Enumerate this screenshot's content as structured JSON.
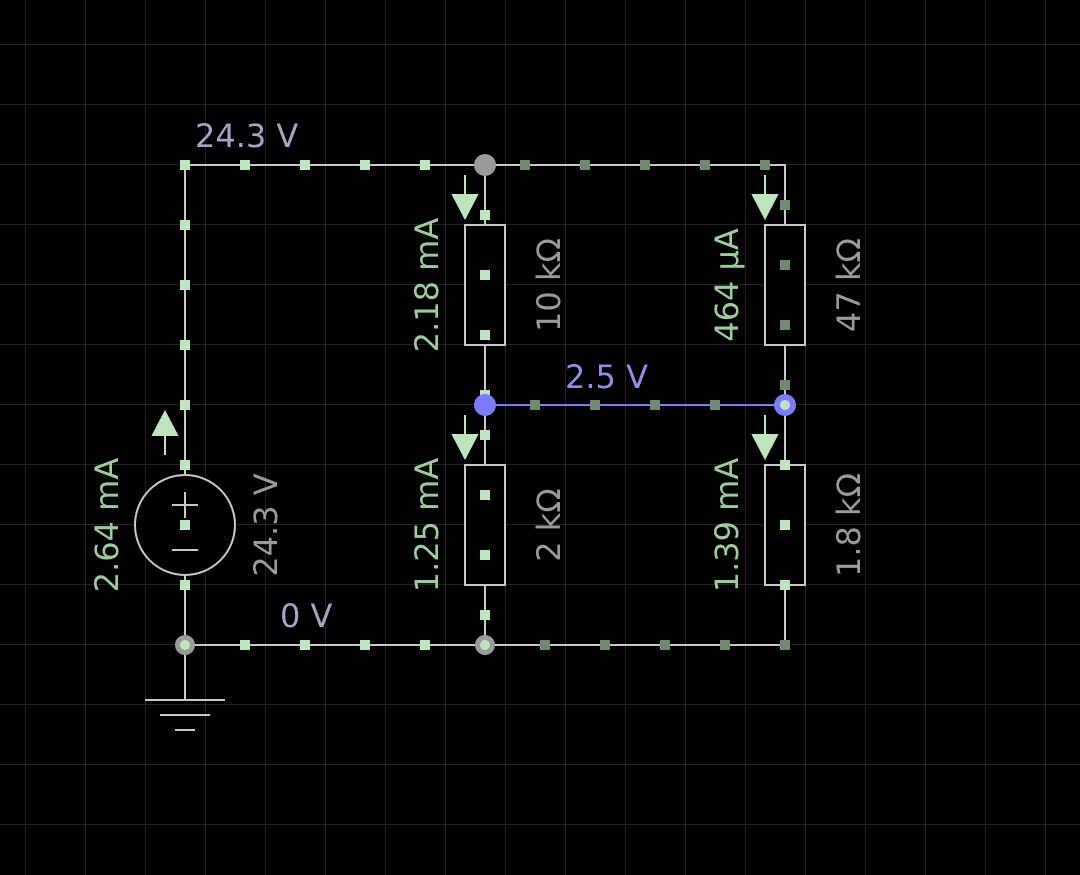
{
  "colors": {
    "background": "#000000",
    "grid": "#1f2420",
    "wire": "#c8c8c8",
    "current_dot": "#bfe5bf",
    "dim_dot": "#6f8a6f",
    "node_voltage_label": "#a4a4c4",
    "selected_node": "#7b7bff",
    "component_value": "#9a9a9a",
    "current_label": "#9ccc9c"
  },
  "node_labels": {
    "top": "24.3 V",
    "middle": "2.5 V",
    "bottom": "0 V"
  },
  "source": {
    "current": "2.64 mA",
    "voltage": "24.3 V",
    "plus_symbol": "+",
    "minus_symbol": "−"
  },
  "resistors": [
    {
      "id": "r1",
      "value": "10 kΩ",
      "current": "2.18 mA"
    },
    {
      "id": "r2",
      "value": "47 kΩ",
      "current": "464 µA"
    },
    {
      "id": "r3",
      "value": "2 kΩ",
      "current": "1.25 mA"
    },
    {
      "id": "r4",
      "value": "1.8 kΩ",
      "current": "1.39 mA"
    }
  ],
  "ground_symbol": "ground"
}
